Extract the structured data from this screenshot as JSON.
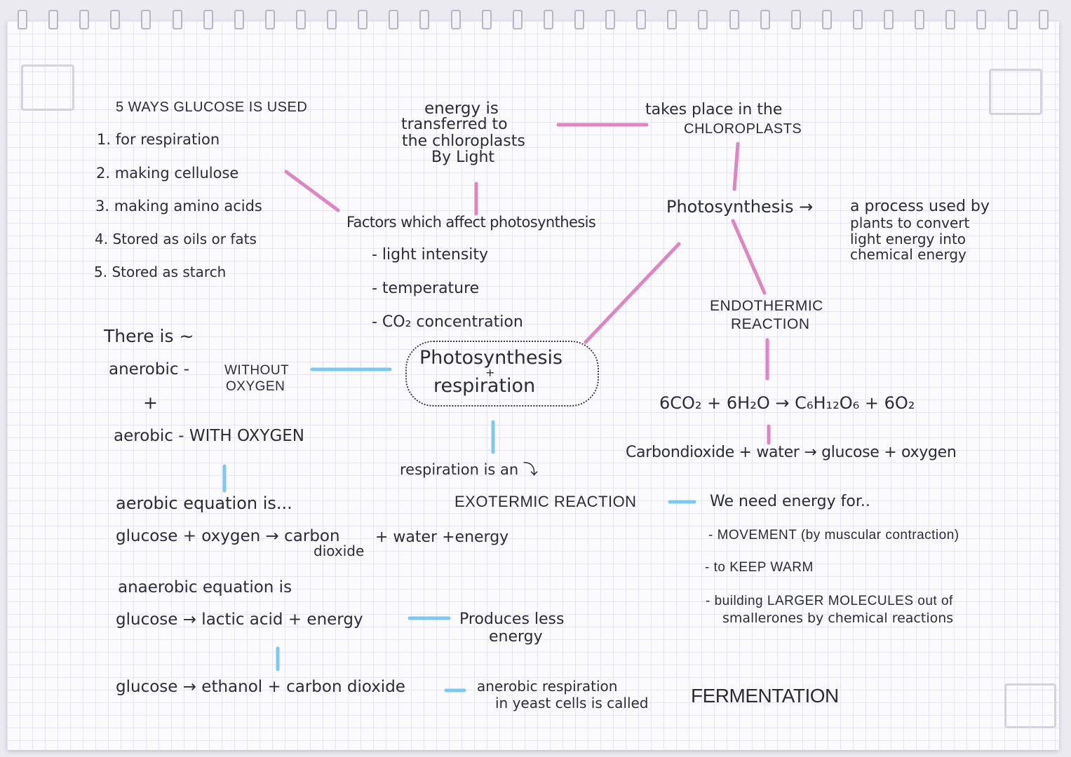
{
  "glucose_uses": {
    "title": "5 WAYS GLUCOSE IS USED",
    "items": [
      "1. for respiration",
      "2. making cellulose",
      "3. making amino acids",
      "4. Stored as oils or fats",
      "5. Stored as starch"
    ]
  },
  "energy_transfer": [
    "energy is",
    "transferred to",
    "the chloroplasts",
    "By Light"
  ],
  "location": [
    "takes place in the",
    "CHLOROPLASTS"
  ],
  "factors": {
    "title": "Factors which affect photosynthesis",
    "items": [
      "- light intensity",
      "- temperature",
      "- CO₂ concentration"
    ]
  },
  "photosynthesis_def": {
    "term": "Photosynthesis →",
    "lines": [
      "a process used by",
      "plants to convert",
      "light energy into",
      "chemical energy"
    ]
  },
  "endothermic": [
    "ENDOTHERMIC",
    "REACTION"
  ],
  "types": {
    "intro": "There is ~",
    "anaerobic": "anerobic - ",
    "anaerobic_note": [
      "WITHOUT",
      "OXYGEN"
    ],
    "plus": "+",
    "aerobic": "aerobic - WITH OXYGEN"
  },
  "center_topic": [
    "Photosynthesis",
    "+",
    "respiration"
  ],
  "photo_equation": "6CO₂ + 6H₂O → C₆H₁₂O₆ + 6O₂",
  "word_equation": "Carbondioxide + water → glucose + oxygen",
  "aerobic_equation": {
    "label": "aerobic equation is...",
    "line_a": "glucose + oxygen → carbon",
    "line_b": "+ water +energy",
    "line_c": "dioxide"
  },
  "exothermic": {
    "intro": "respiration is an ⤵",
    "label": "EXOTERMIC REACTION"
  },
  "energy_needs": {
    "title": "We need energy for..",
    "items": [
      "- MOVEMENT (by muscular contraction)",
      "- to KEEP WARM",
      "- building LARGER MOLECULES out of",
      "smallerones by chemical reactions"
    ]
  },
  "anaerobic_equation": {
    "label": "anaerobic equation is",
    "line": "glucose → lactic acid + energy",
    "note": [
      "Produces less",
      "energy"
    ]
  },
  "fermentation": {
    "equation": "glucose → ethanol + carbon dioxide",
    "note_a": "anerobic respiration",
    "note_b": "in yeast cells is called",
    "word": "FERMENTATION"
  },
  "colors": {
    "pink": "#dd86c2",
    "blue": "#7cc8ee",
    "ink": "#2c2c34"
  }
}
